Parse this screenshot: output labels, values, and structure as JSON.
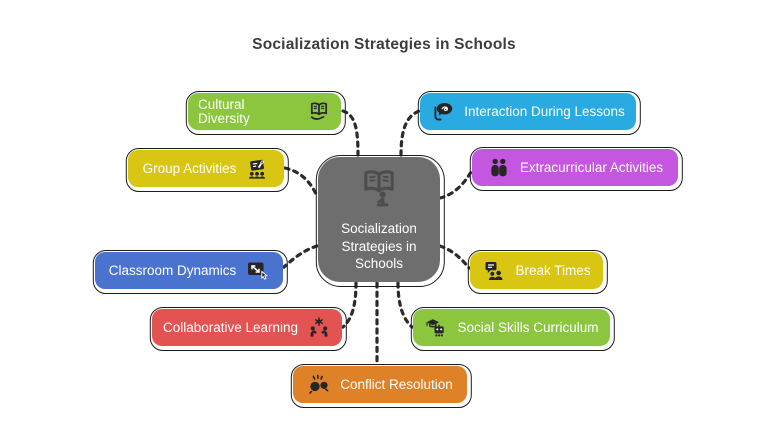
{
  "title": "Socialization Strategies in Schools",
  "colors": {
    "background": "#FFFFFF",
    "title_text": "#3D3D3D",
    "node_text": "#FFFFFF",
    "connector": "#2B2B2B",
    "icon_dark": "#262626",
    "center_fill": "#6E6E6E",
    "center_icon": "#4D4D4D"
  },
  "center": {
    "label": "Socialization Strategies in Schools",
    "icon": "open-book-icon"
  },
  "nodes": [
    {
      "id": "cultural-diversity",
      "label": "Cultural Diversity",
      "color": "#8CC63F",
      "icon": "book-in-hand-icon",
      "icon_side": "right"
    },
    {
      "id": "interaction-during-lessons",
      "label": "Interaction During Lessons",
      "color": "#29ABE2",
      "icon": "speech-bubble-icon",
      "icon_side": "left"
    },
    {
      "id": "group-activities",
      "label": "Group Activities",
      "color": "#D9C613",
      "icon": "activity-board-icon",
      "icon_side": "right"
    },
    {
      "id": "extracurricular-activities",
      "label": "Extracurricular Activities",
      "color": "#C456E0",
      "icon": "two-people-icon",
      "icon_side": "left"
    },
    {
      "id": "classroom-dynamics",
      "label": "Classroom Dynamics",
      "color": "#4A73D0",
      "icon": "interactive-screen-icon",
      "icon_side": "right"
    },
    {
      "id": "break-times",
      "label": "Break Times",
      "color": "#D9C613",
      "icon": "chat-people-icon",
      "icon_side": "left"
    },
    {
      "id": "collaborative-learning",
      "label": "Collaborative Learning",
      "color": "#E25351",
      "icon": "people-gear-icon",
      "icon_side": "right"
    },
    {
      "id": "social-skills-curriculum",
      "label": "Social Skills Curriculum",
      "color": "#8CC63F",
      "icon": "robot-graduate-icon",
      "icon_side": "left"
    },
    {
      "id": "conflict-resolution",
      "label": "Conflict Resolution",
      "color": "#DF8127",
      "icon": "conflict-heads-icon",
      "icon_side": "left"
    }
  ]
}
